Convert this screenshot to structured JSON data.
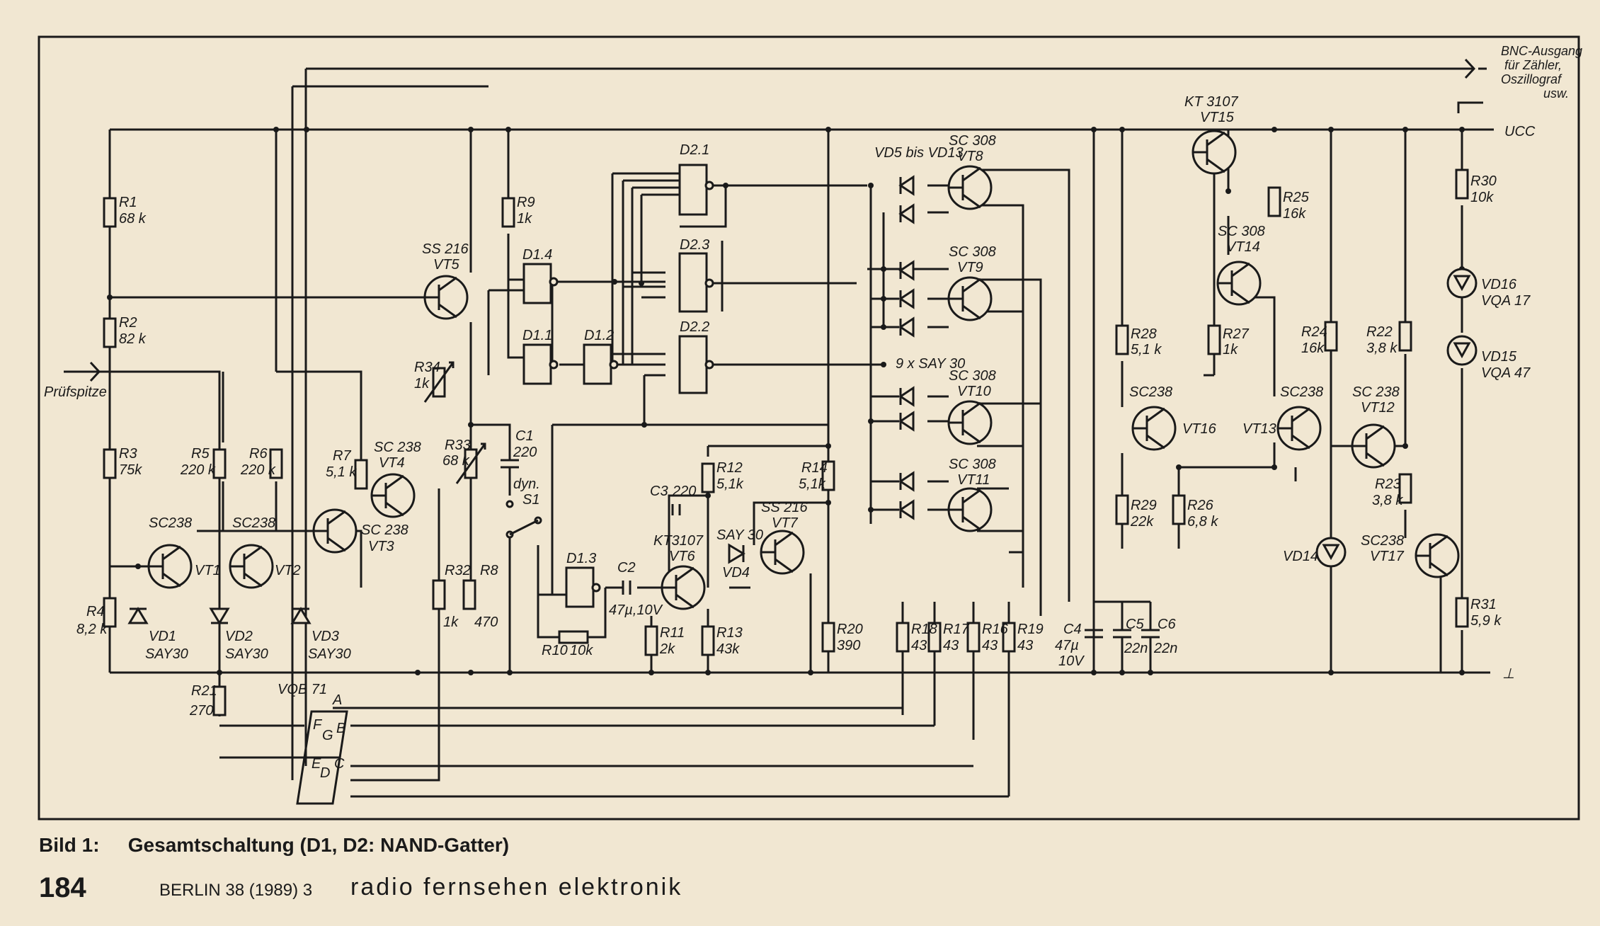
{
  "figure": {
    "caption_number": "Bild 1:",
    "caption_text": "Gesamtschaltung (D1, D2: NAND-Gatter)"
  },
  "footer": {
    "page_number": "184",
    "issue": "BERLIN 38 (1989) 3",
    "magazine": "radio fernsehen elektronik"
  },
  "labels": {
    "bnc": [
      "BNC-Ausgang",
      "für Zähler,",
      "Oszillograf",
      "usw."
    ],
    "ucc": "UCC",
    "gnd": "⊥",
    "pruefspitze": "Prüfspitze",
    "vd_range": "VD5 bis VD13",
    "diode_count": "9 x SAY 30",
    "switch": [
      "dyn.",
      "S1"
    ],
    "display": "VQB 71",
    "segments": [
      "A",
      "B",
      "C",
      "D",
      "E",
      "F",
      "G"
    ]
  },
  "resistors": [
    {
      "name": "R1",
      "value": "68 k"
    },
    {
      "name": "R2",
      "value": "82 k"
    },
    {
      "name": "R3",
      "value": "75k"
    },
    {
      "name": "R4",
      "value": "8,2 k"
    },
    {
      "name": "R5",
      "value": "220 k"
    },
    {
      "name": "R6",
      "value": "220 k"
    },
    {
      "name": "R7",
      "value": "5,1 k"
    },
    {
      "name": "R8",
      "value": "470"
    },
    {
      "name": "R9",
      "value": "1k"
    },
    {
      "name": "R10",
      "value": "10k"
    },
    {
      "name": "R11",
      "value": "2k"
    },
    {
      "name": "R12",
      "value": "5,1k"
    },
    {
      "name": "R13",
      "value": "43k"
    },
    {
      "name": "R14",
      "value": "5,1k"
    },
    {
      "name": "R16",
      "value": "43"
    },
    {
      "name": "R17",
      "value": "43"
    },
    {
      "name": "R18",
      "value": "43"
    },
    {
      "name": "R19",
      "value": "43"
    },
    {
      "name": "R20",
      "value": "390"
    },
    {
      "name": "R21",
      "value": "270"
    },
    {
      "name": "R22",
      "value": "3,8 k"
    },
    {
      "name": "R23",
      "value": "3,8 k"
    },
    {
      "name": "R24",
      "value": "16k"
    },
    {
      "name": "R25",
      "value": "16k"
    },
    {
      "name": "R26",
      "value": "6,8 k"
    },
    {
      "name": "R27",
      "value": "1k"
    },
    {
      "name": "R28",
      "value": "5,1 k"
    },
    {
      "name": "R29",
      "value": "22k"
    },
    {
      "name": "R30",
      "value": "10k"
    },
    {
      "name": "R31",
      "value": "5,9 k"
    },
    {
      "name": "R32",
      "value": "1k"
    },
    {
      "name": "R33",
      "value": "68 k"
    },
    {
      "name": "R34",
      "value": "1k"
    }
  ],
  "capacitors": [
    {
      "name": "C1",
      "value": "220"
    },
    {
      "name": "C2",
      "value": "47µ,10V"
    },
    {
      "name": "C3",
      "value": "220"
    },
    {
      "name": "C4",
      "value": "47µ",
      "value2": "10V"
    },
    {
      "name": "C5",
      "value": "22n"
    },
    {
      "name": "C6",
      "value": "22n"
    }
  ],
  "transistors": [
    {
      "name": "VT1",
      "type": "SC238"
    },
    {
      "name": "VT2",
      "type": "SC238"
    },
    {
      "name": "VT3",
      "type": "SC 238"
    },
    {
      "name": "VT4",
      "type": "SC 238"
    },
    {
      "name": "VT5",
      "type": "SS 216"
    },
    {
      "name": "VT6",
      "type": "KT3107"
    },
    {
      "name": "VT7",
      "type": "SS 216"
    },
    {
      "name": "VT8",
      "type": "SC 308"
    },
    {
      "name": "VT9",
      "type": "SC 308"
    },
    {
      "name": "VT10",
      "type": "SC 308"
    },
    {
      "name": "VT11",
      "type": "SC 308"
    },
    {
      "name": "VT12",
      "type": "SC 238"
    },
    {
      "name": "VT13",
      "type": "SC238"
    },
    {
      "name": "VT14",
      "type": "SC 308"
    },
    {
      "name": "VT15",
      "type": "KT 3107"
    },
    {
      "name": "VT16",
      "type": "SC238"
    },
    {
      "name": "VT17",
      "type": "SC238"
    }
  ],
  "diodes": [
    {
      "name": "VD1",
      "type": "SAY30"
    },
    {
      "name": "VD2",
      "type": "SAY30"
    },
    {
      "name": "VD3",
      "type": "SAY30"
    },
    {
      "name": "VD4",
      "type": "SAY 30"
    },
    {
      "name": "VD14",
      "type": ""
    },
    {
      "name": "VD15",
      "type": "VQA 47"
    },
    {
      "name": "VD16",
      "type": "VQA 17"
    }
  ],
  "gates": [
    "D1.1",
    "D1.2",
    "D1.3",
    "D1.4",
    "D2.1",
    "D2.2",
    "D2.3"
  ]
}
